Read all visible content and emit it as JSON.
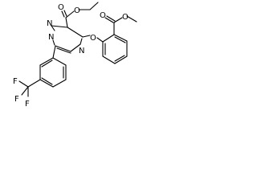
{
  "molecule": {
    "atoms": {
      "o_ester_carbonyl": "O",
      "o_ester_link": "O",
      "o_aryl_ether": "O",
      "o_methyl_ester_carbonyl": "O",
      "o_methyl_ester_link": "O",
      "n1": "N",
      "n2": "N",
      "n4": "N",
      "cf3_f1": "F",
      "cf3_f2": "F",
      "cf3_f3": "F"
    }
  }
}
